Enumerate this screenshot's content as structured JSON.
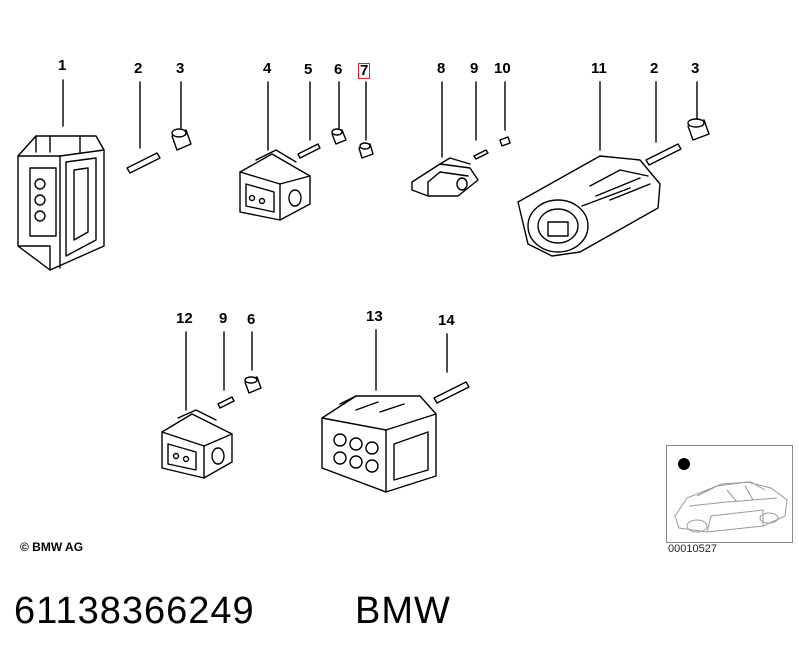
{
  "callouts": {
    "c1": "1",
    "c2a": "2",
    "c3a": "3",
    "c4": "4",
    "c5": "5",
    "c6a": "6",
    "c7": "7",
    "c8": "8",
    "c9a": "9",
    "c10": "10",
    "c11": "11",
    "c2b": "2",
    "c3b": "3",
    "c12": "12",
    "c9b": "9",
    "c6b": "6",
    "c13": "13",
    "c14": "14"
  },
  "highlight_color": "#e02020",
  "copyright": "© BMW AG",
  "diagram_code": "00010527",
  "part_number": "61138366249",
  "brand": "BMW"
}
